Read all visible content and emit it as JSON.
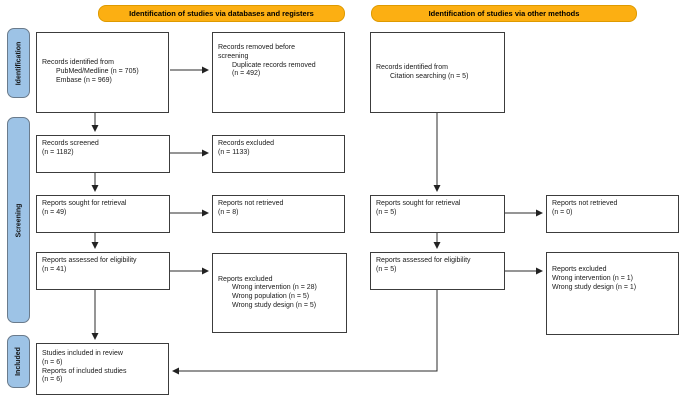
{
  "headers": {
    "databases": "Identification of studies via databases and registers",
    "other_methods": "Identification of studies via other methods"
  },
  "stages": {
    "identification": "Identification",
    "screening": "Screening",
    "included": "Included"
  },
  "databases_column": {
    "records_identified": [
      "Records identified from",
      "PubMed/Medline (n = 705)",
      "Embase (n = 969)"
    ],
    "records_removed": [
      "Records removed before",
      "screening",
      "Duplicate records removed",
      "(n = 492)"
    ],
    "records_screened": [
      "Records screened",
      "(n = 1182)"
    ],
    "records_excluded": [
      "Records excluded",
      "(n = 1133)"
    ],
    "reports_sought": [
      "Reports sought for retrieval",
      "(n = 49)"
    ],
    "reports_not_retrieved": [
      "Reports not retrieved",
      "(n = 8)"
    ],
    "reports_assessed": [
      "Reports assessed for eligibility",
      "(n = 41)"
    ],
    "reports_excluded": [
      "Reports excluded",
      "Wrong intervention (n = 28)",
      "Wrong population (n = 5)",
      "Wrong study design (n = 5)"
    ],
    "studies_included": [
      "Studies included in review",
      "(n = 6)",
      "Reports of included studies",
      "(n = 6)"
    ]
  },
  "other_methods_column": {
    "records_identified": [
      "Records identified from",
      "Citation searching (n = 5)"
    ],
    "reports_sought": [
      "Reports sought for retrieval",
      "(n = 5)"
    ],
    "reports_not_retrieved": [
      "Reports not retrieved",
      "(n = 0)"
    ],
    "reports_assessed": [
      "Reports assessed for eligibility",
      "(n = 5)"
    ],
    "reports_excluded": [
      "Reports excluded",
      "Wrong intervention (n = 1)",
      "Wrong study design (n = 1)"
    ]
  },
  "colors": {
    "header_fill": "#FCAF12",
    "stage_fill": "#9DC3E6",
    "box_border": "#3c3c3c"
  }
}
